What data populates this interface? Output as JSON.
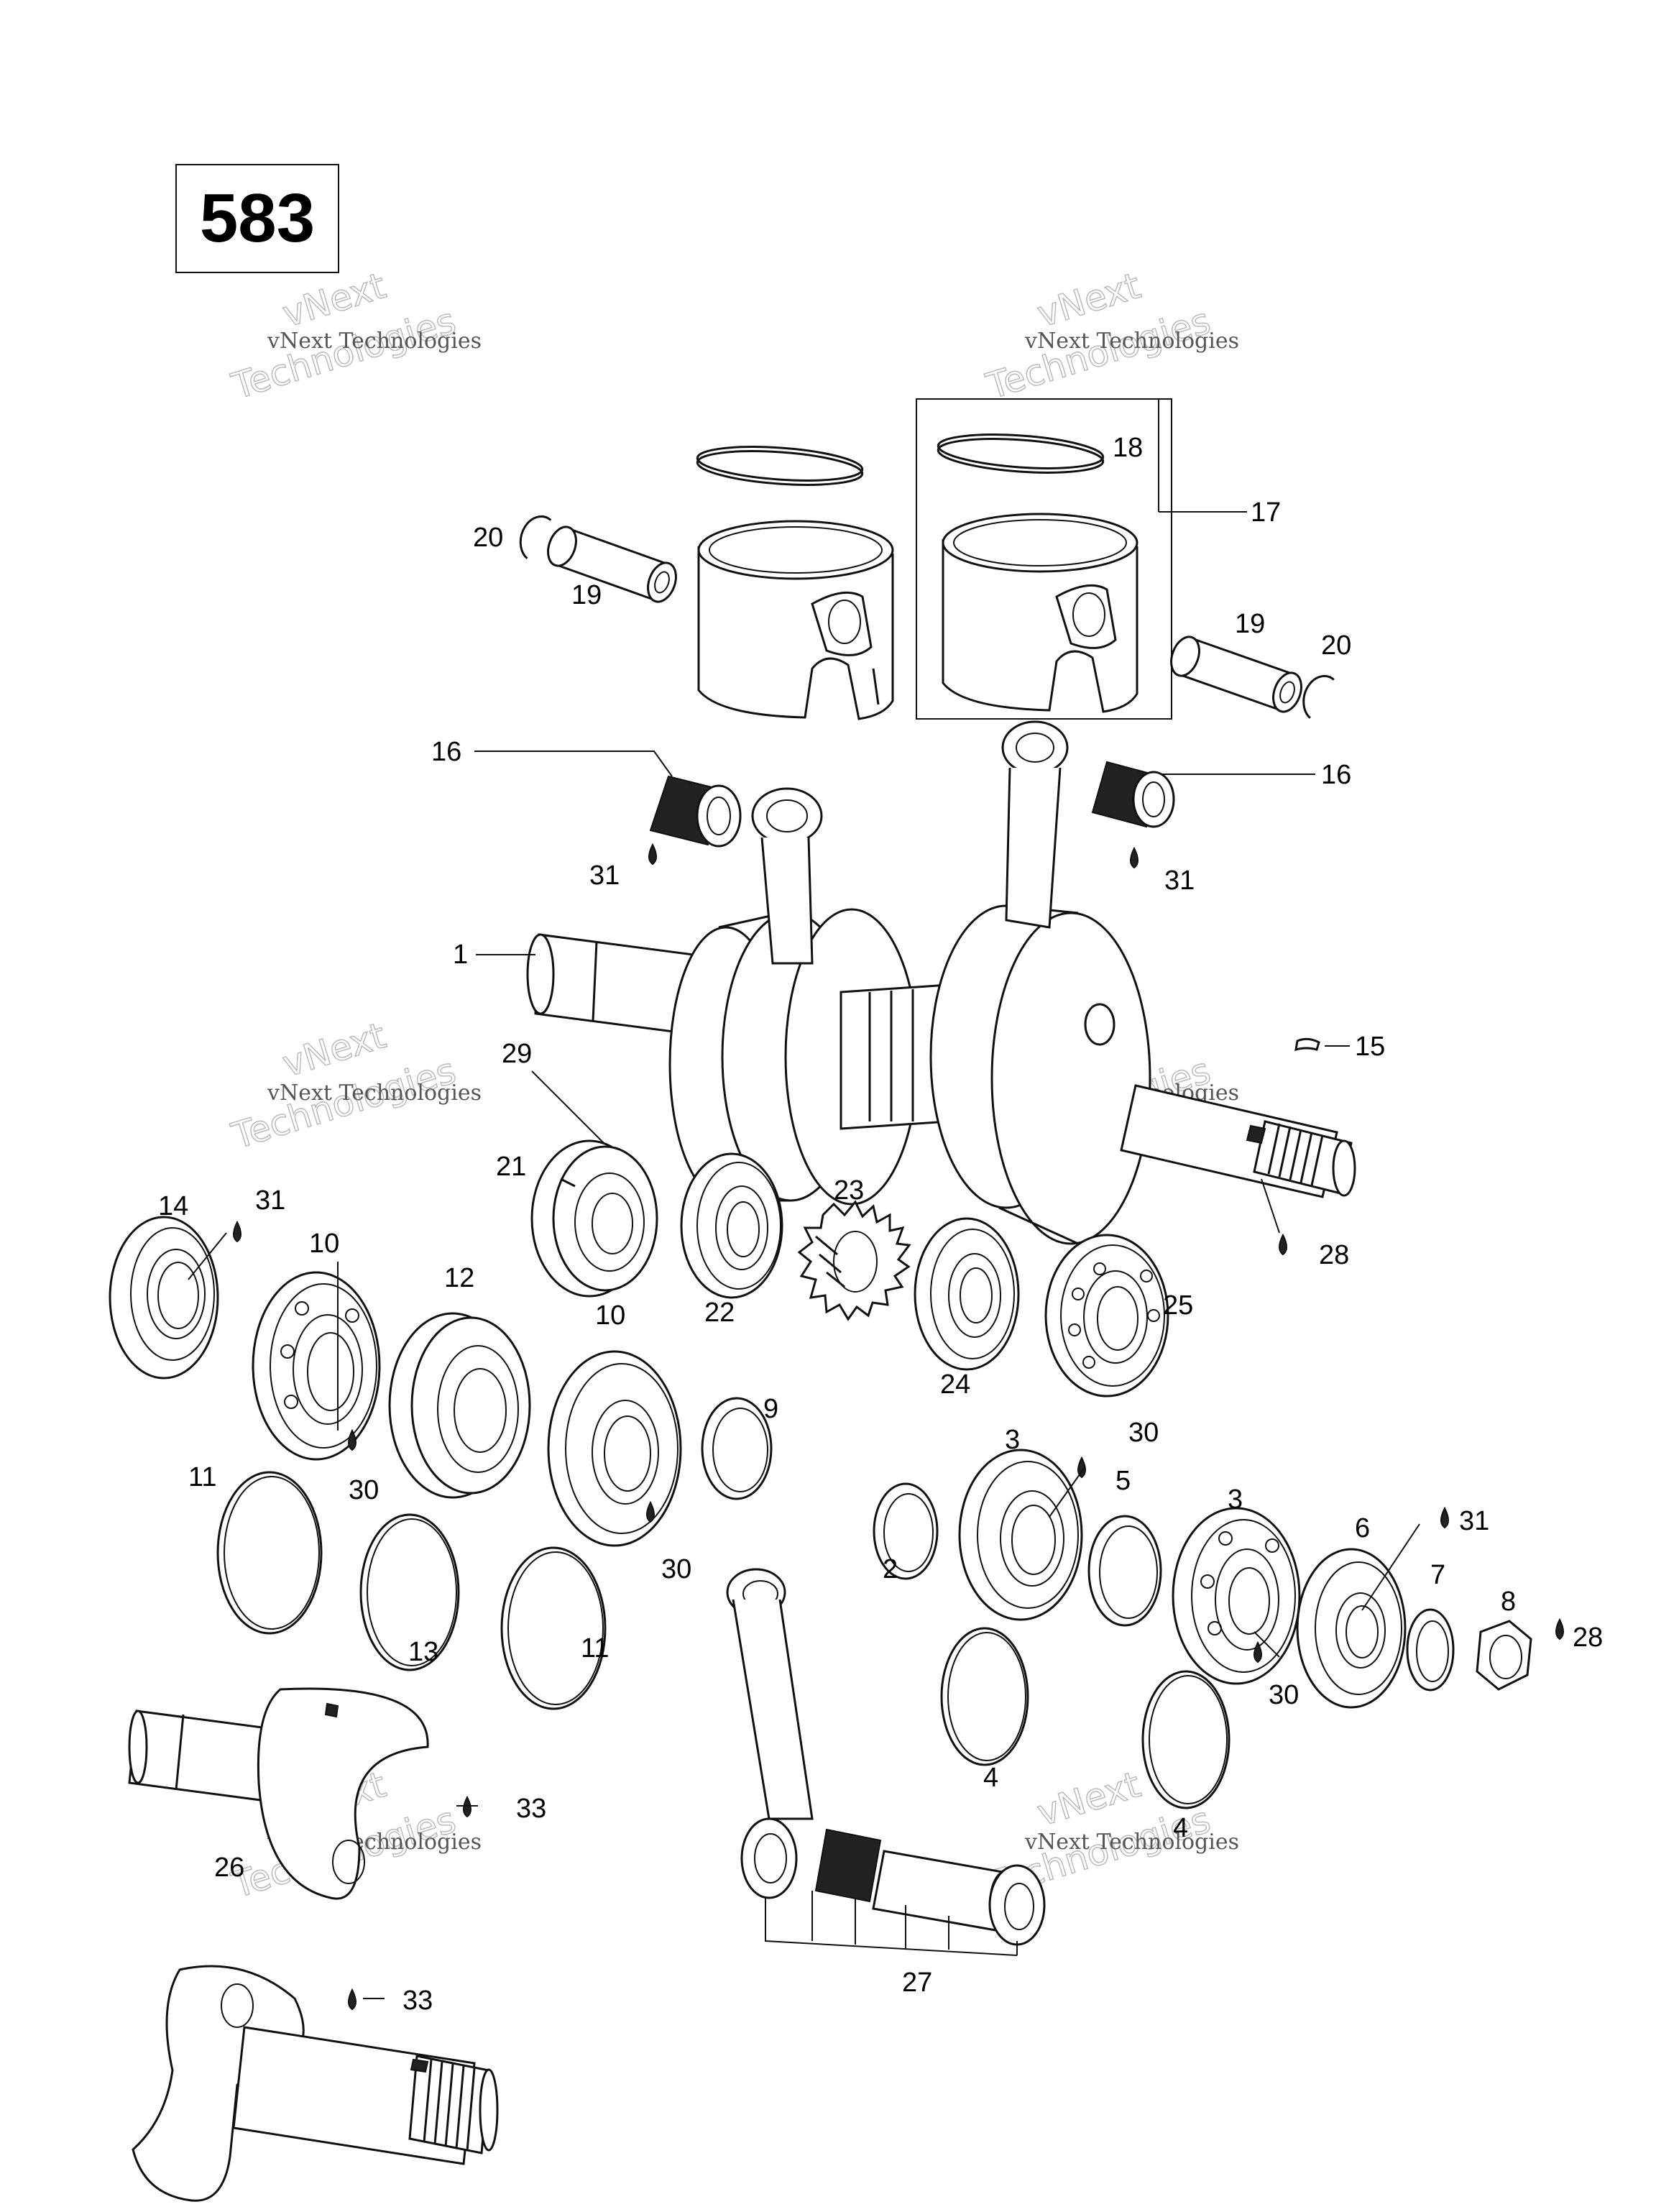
{
  "engine_code": "583",
  "watermark": {
    "line1": "vNext Technologies",
    "line2": "vNext Technologies"
  },
  "callouts": [
    "1",
    "2",
    "3",
    "4",
    "5",
    "6",
    "7",
    "8",
    "9",
    "10",
    "11",
    "12",
    "13",
    "14",
    "15",
    "16",
    "17",
    "18",
    "19",
    "20",
    "21",
    "22",
    "23",
    "24",
    "25",
    "26",
    "27",
    "28",
    "29",
    "30",
    "31",
    "33"
  ]
}
